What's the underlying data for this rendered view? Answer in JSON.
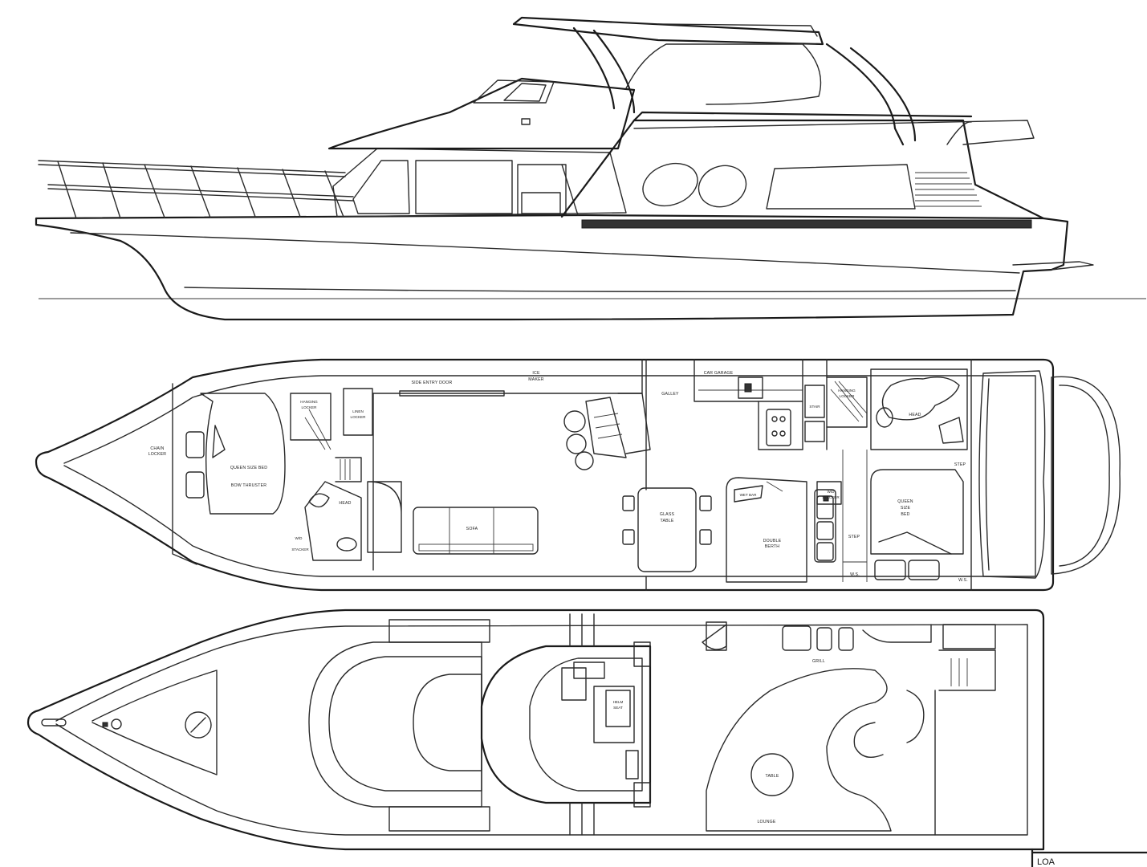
{
  "labels": {
    "side_entry_door": "SIDE ENTRY DOOR",
    "ice_mkr": "ICE",
    "ice_mkr_sub": "MAKER",
    "chain_locker": "CHAIN",
    "chain_locker_sub": "LOCKER",
    "hanging_locker_fwd": "HANGING",
    "hanging_locker_fwd_sub": "LOCKER",
    "linen_fwd": "LINEN",
    "linen_fwd_sub": "LOCKER",
    "queen_bed": "QUEEN SIZE BED",
    "bow_thruster": "BOW THRUSTER",
    "head_fwd": "HEAD",
    "washer_fwd": "W/D",
    "washer_fwd_sub": "STACKER",
    "sofa": "SOFA",
    "dinette": "GLASS",
    "dinette_sub": "TABLE",
    "galley": "GALLEY",
    "car_garage": "CAR GARAGE",
    "master_stateroom": "DOUBLE",
    "master_stateroom_sub": "BERTH",
    "stair": "STAIR",
    "hanging_locker_aft": "HANGING",
    "hanging_locker_aft_sub": "LOCKER",
    "head_aft": "HEAD",
    "step": "STEP",
    "step2": "STEP",
    "queen_aft": "QUEEN",
    "queen_aft_sub": "SIZE",
    "queen_aft_sub2": "BED",
    "ws": "W.S.",
    "ws2": "W.S.",
    "wd_aft": "W/D",
    "wd_aft_sub": "STACKER",
    "galley_upper": "WET BAR",
    "helm_seat": "HELM",
    "helm_seat_sub": "SEAT",
    "table": "TABLE",
    "lounge": "LOUNGE",
    "grill": "GRILL",
    "loa": "LOA"
  }
}
